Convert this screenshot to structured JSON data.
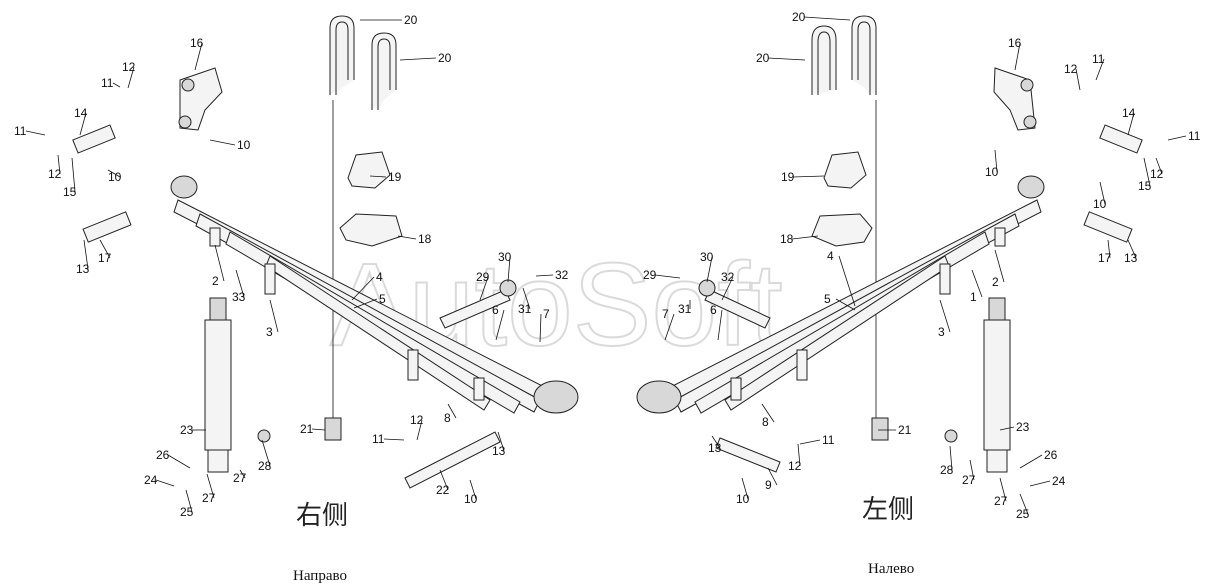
{
  "watermark": "AutoSoft",
  "sides": {
    "right": {
      "cn": "右侧",
      "ru": "Направо"
    },
    "left": {
      "cn": "左侧",
      "ru": "Налево"
    }
  },
  "callouts_right": [
    "20",
    "20",
    "16",
    "11",
    "12",
    "14",
    "10",
    "11",
    "12",
    "15",
    "10",
    "19",
    "13",
    "17",
    "18",
    "2",
    "33",
    "4",
    "5",
    "30",
    "29",
    "32",
    "31",
    "6",
    "7",
    "3",
    "8",
    "23",
    "21",
    "12",
    "11",
    "13",
    "26",
    "28",
    "27",
    "24",
    "25",
    "27",
    "22",
    "10"
  ],
  "callouts_left": [
    "20",
    "20",
    "16",
    "11",
    "12",
    "14",
    "11",
    "10",
    "12",
    "15",
    "10",
    "19",
    "18",
    "17",
    "13",
    "2",
    "1",
    "4",
    "5",
    "30",
    "32",
    "29",
    "31",
    "6",
    "7",
    "3",
    "8",
    "23",
    "21",
    "13",
    "12",
    "11",
    "10",
    "9",
    "28",
    "27",
    "26",
    "24",
    "27",
    "25"
  ]
}
